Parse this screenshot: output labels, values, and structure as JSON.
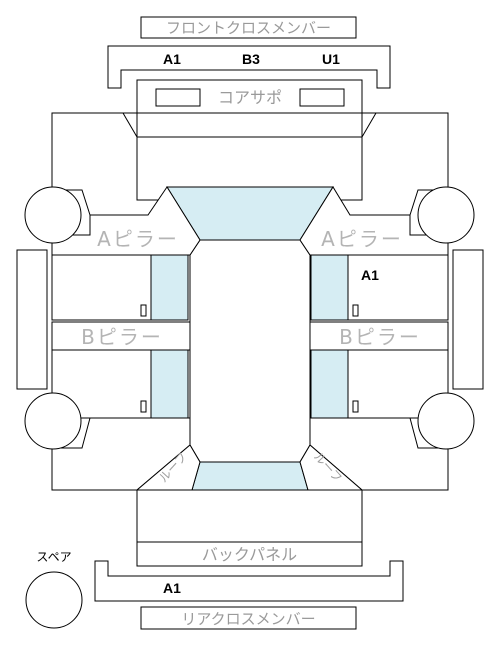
{
  "labels": {
    "front_cross_member": "フロントクロスメンバー",
    "core_support": "コアサポ",
    "a_pillar_left": "Aピラー",
    "a_pillar_right": "Aピラー",
    "b_pillar_left": "Bピラー",
    "b_pillar_right": "Bピラー",
    "roof_left": "ルーフ",
    "roof_right": "ルーフ",
    "back_panel": "バックパネル",
    "rear_cross_member": "リアクロスメンバー",
    "spare": "スペア"
  },
  "codes": {
    "front_cross_member": [
      "A1",
      "B3",
      "U1"
    ],
    "right_front_door": "A1",
    "rear_cross_member": "A1"
  },
  "colors": {
    "glass": "#d6edf3",
    "outline": "#000000",
    "label_gray": "#9a9a9a"
  }
}
